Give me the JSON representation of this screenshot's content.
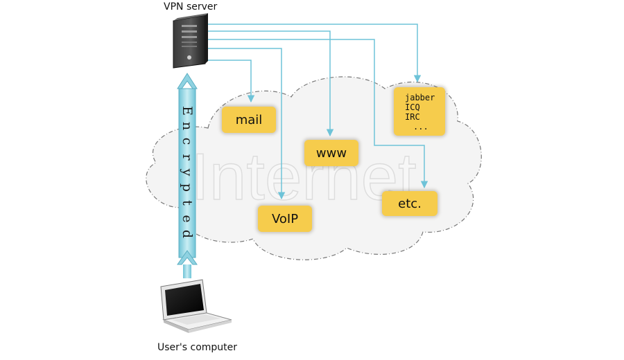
{
  "vpn_server": {
    "label": "VPN server"
  },
  "user_computer": {
    "label": "User's computer"
  },
  "cloud": {
    "watermark": "Internet"
  },
  "tunnel": {
    "label": "Encrypted"
  },
  "services": {
    "mail": "mail",
    "www": "www",
    "voip": "VoIP",
    "etc": "etc.",
    "messengers": [
      "jabber",
      "ICQ",
      "IRC",
      "..."
    ]
  },
  "colors": {
    "service_fill": "#f6cc4c",
    "line": "#6ec3d8",
    "tube": "#a3dbe6",
    "cloud_fill": "#f4f4f4",
    "cloud_stroke": "#777777"
  }
}
